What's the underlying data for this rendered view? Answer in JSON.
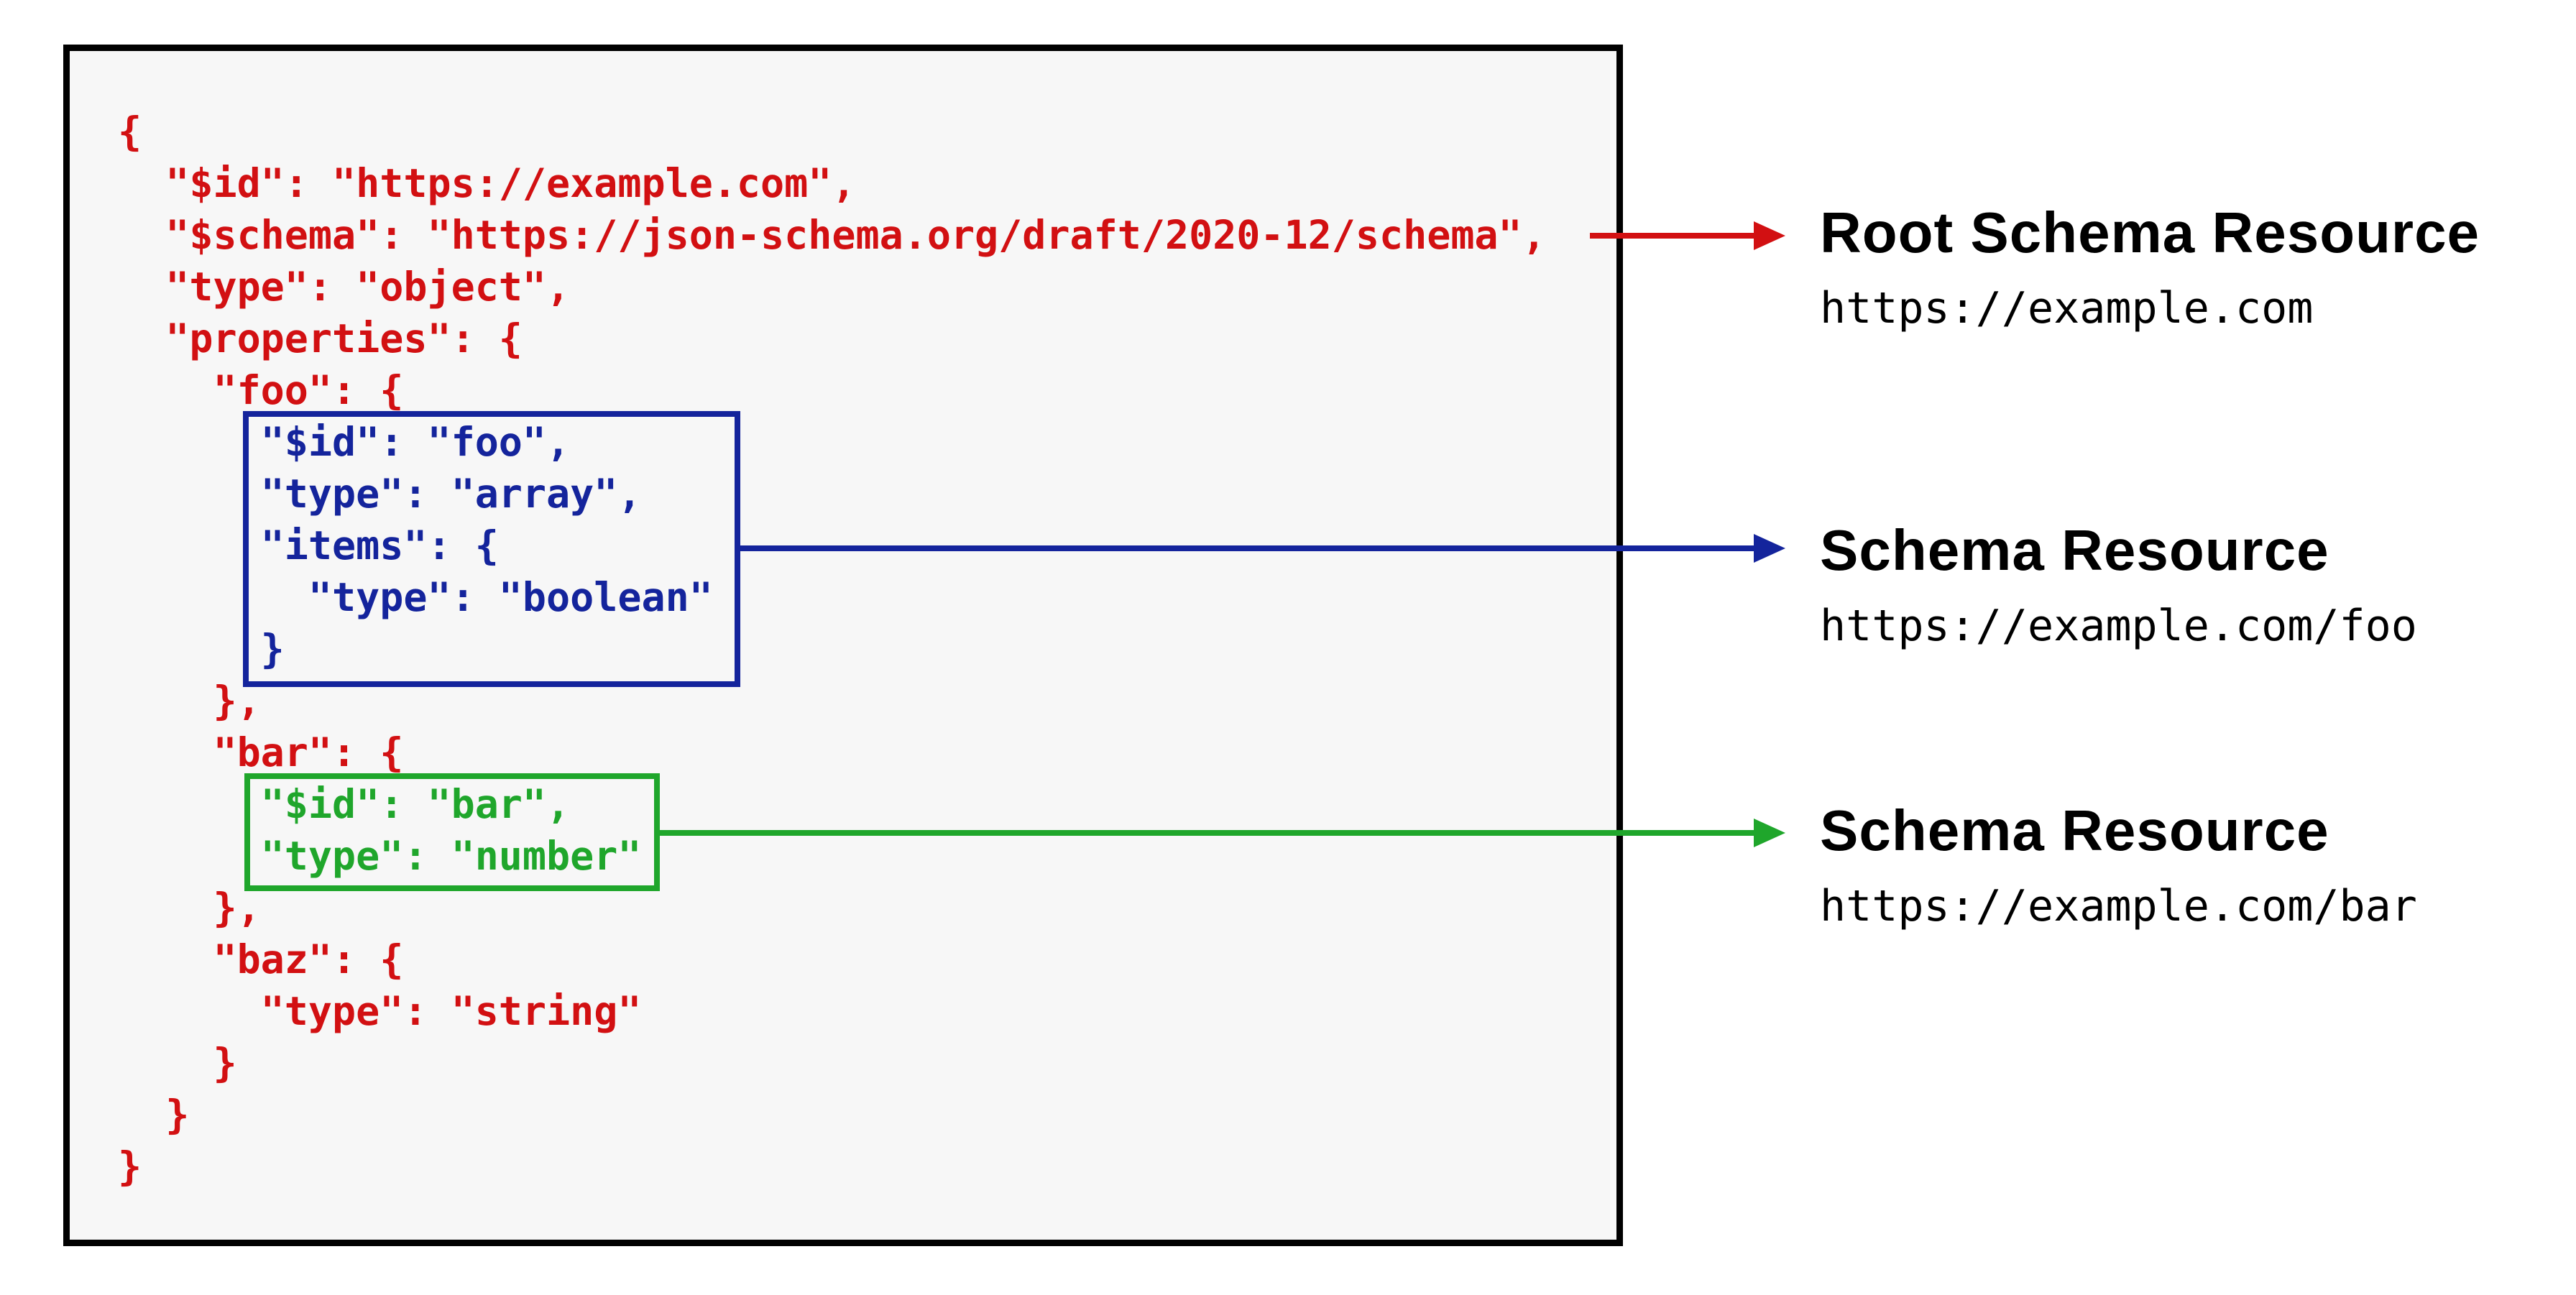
{
  "page": {
    "background": "#ffffff"
  },
  "colors": {
    "red": "#d21012",
    "blue": "#14249c",
    "green": "#1fa62b",
    "panel_border": "#000000",
    "panel_bg": "#f7f7f7",
    "page_bg": "#ffffff",
    "label_text": "#000000"
  },
  "code_panel": {
    "lines": [
      {
        "text": "{",
        "color": "red"
      },
      {
        "text": "  \"$id\": \"https://example.com\",",
        "color": "red"
      },
      {
        "text": "  \"$schema\": \"https://json-schema.org/draft/2020-12/schema\",",
        "color": "red"
      },
      {
        "text": "  \"type\": \"object\",",
        "color": "red"
      },
      {
        "text": "  \"properties\": {",
        "color": "red"
      },
      {
        "text": "    \"foo\": {",
        "color": "red"
      },
      {
        "text": "      \"$id\": \"foo\",",
        "color": "blue"
      },
      {
        "text": "      \"type\": \"array\",",
        "color": "blue"
      },
      {
        "text": "      \"items\": {",
        "color": "blue"
      },
      {
        "text": "        \"type\": \"boolean\"",
        "color": "blue"
      },
      {
        "text": "      }",
        "color": "blue"
      },
      {
        "text": "    },",
        "color": "red"
      },
      {
        "text": "    \"bar\": {",
        "color": "red"
      },
      {
        "text": "      \"$id\": \"bar\",",
        "color": "green"
      },
      {
        "text": "      \"type\": \"number\"",
        "color": "green"
      },
      {
        "text": "    },",
        "color": "red"
      },
      {
        "text": "    \"baz\": {",
        "color": "red"
      },
      {
        "text": "      \"type\": \"string\"",
        "color": "red"
      },
      {
        "text": "    }",
        "color": "red"
      },
      {
        "text": "  }",
        "color": "red"
      },
      {
        "text": "}",
        "color": "red"
      }
    ]
  },
  "annotations": [
    {
      "title": "Root Schema Resource",
      "url": "https://example.com",
      "color": "red"
    },
    {
      "title": "Schema Resource",
      "url": "https://example.com/foo",
      "color": "blue"
    },
    {
      "title": "Schema Resource",
      "url": "https://example.com/bar",
      "color": "green"
    }
  ]
}
